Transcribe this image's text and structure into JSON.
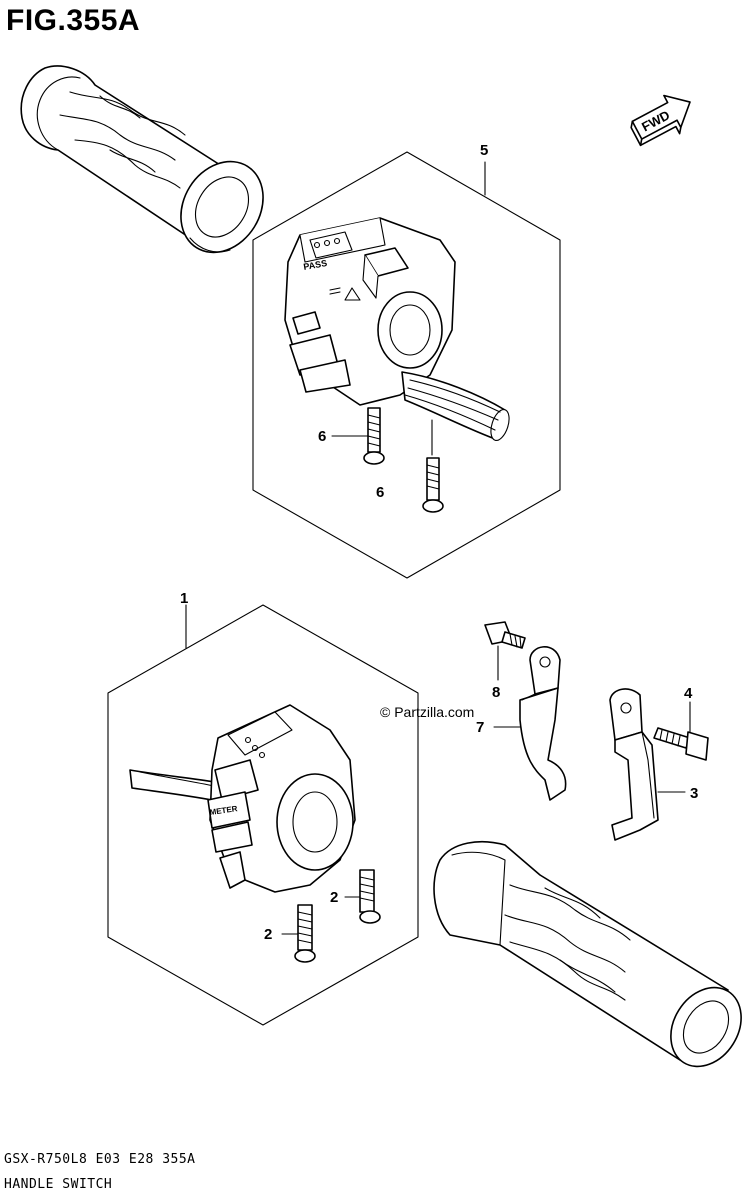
{
  "figure": {
    "title": "FIG.355A",
    "model_code": "GSX-R750L8  E03  E28  355A",
    "name": "HANDLE SWITCH",
    "watermark": "© Partzilla.com",
    "direction_label": "FWD"
  },
  "callouts": {
    "c1": "1",
    "c2a": "2",
    "c2b": "2",
    "c3": "3",
    "c4": "4",
    "c5": "5",
    "c6a": "6",
    "c6b": "6",
    "c7": "7",
    "c8": "8"
  },
  "switch_labels": {
    "pass": "PASS",
    "meter": "METER"
  }
}
